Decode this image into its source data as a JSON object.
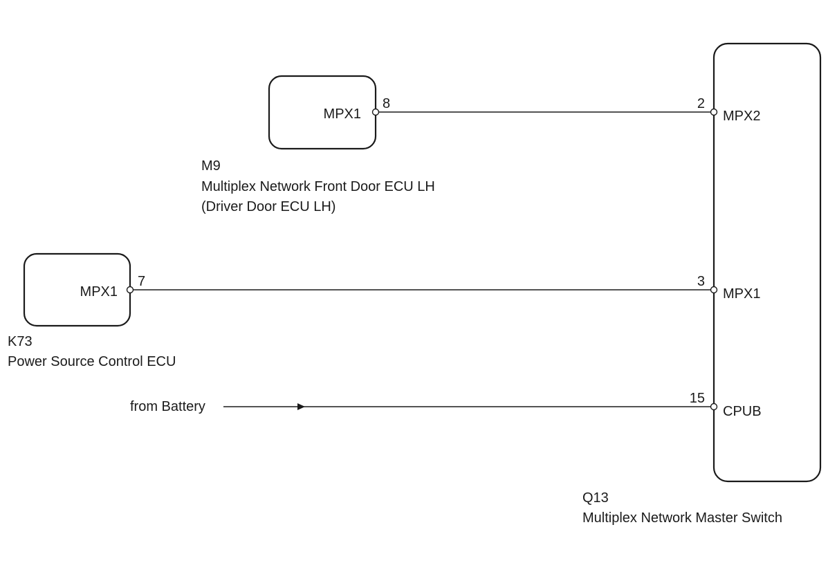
{
  "components": {
    "m9": {
      "code": "M9",
      "name": "Multiplex Network Front Door ECU LH",
      "subname": "(Driver Door ECU LH)",
      "terminal_label": "MPX1",
      "pin": "8"
    },
    "k73": {
      "code": "K73",
      "name": "Power Source Control ECU",
      "terminal_label": "MPX1",
      "pin": "7"
    },
    "q13": {
      "code": "Q13",
      "name": "Multiplex Network Master Switch",
      "terminals": [
        {
          "pin": "2",
          "label": "MPX2"
        },
        {
          "pin": "3",
          "label": "MPX1"
        },
        {
          "pin": "15",
          "label": "CPUB"
        }
      ]
    }
  },
  "battery_source": {
    "label": "from Battery"
  },
  "colors": {
    "line": "#1a1a1a",
    "background": "#ffffff"
  }
}
